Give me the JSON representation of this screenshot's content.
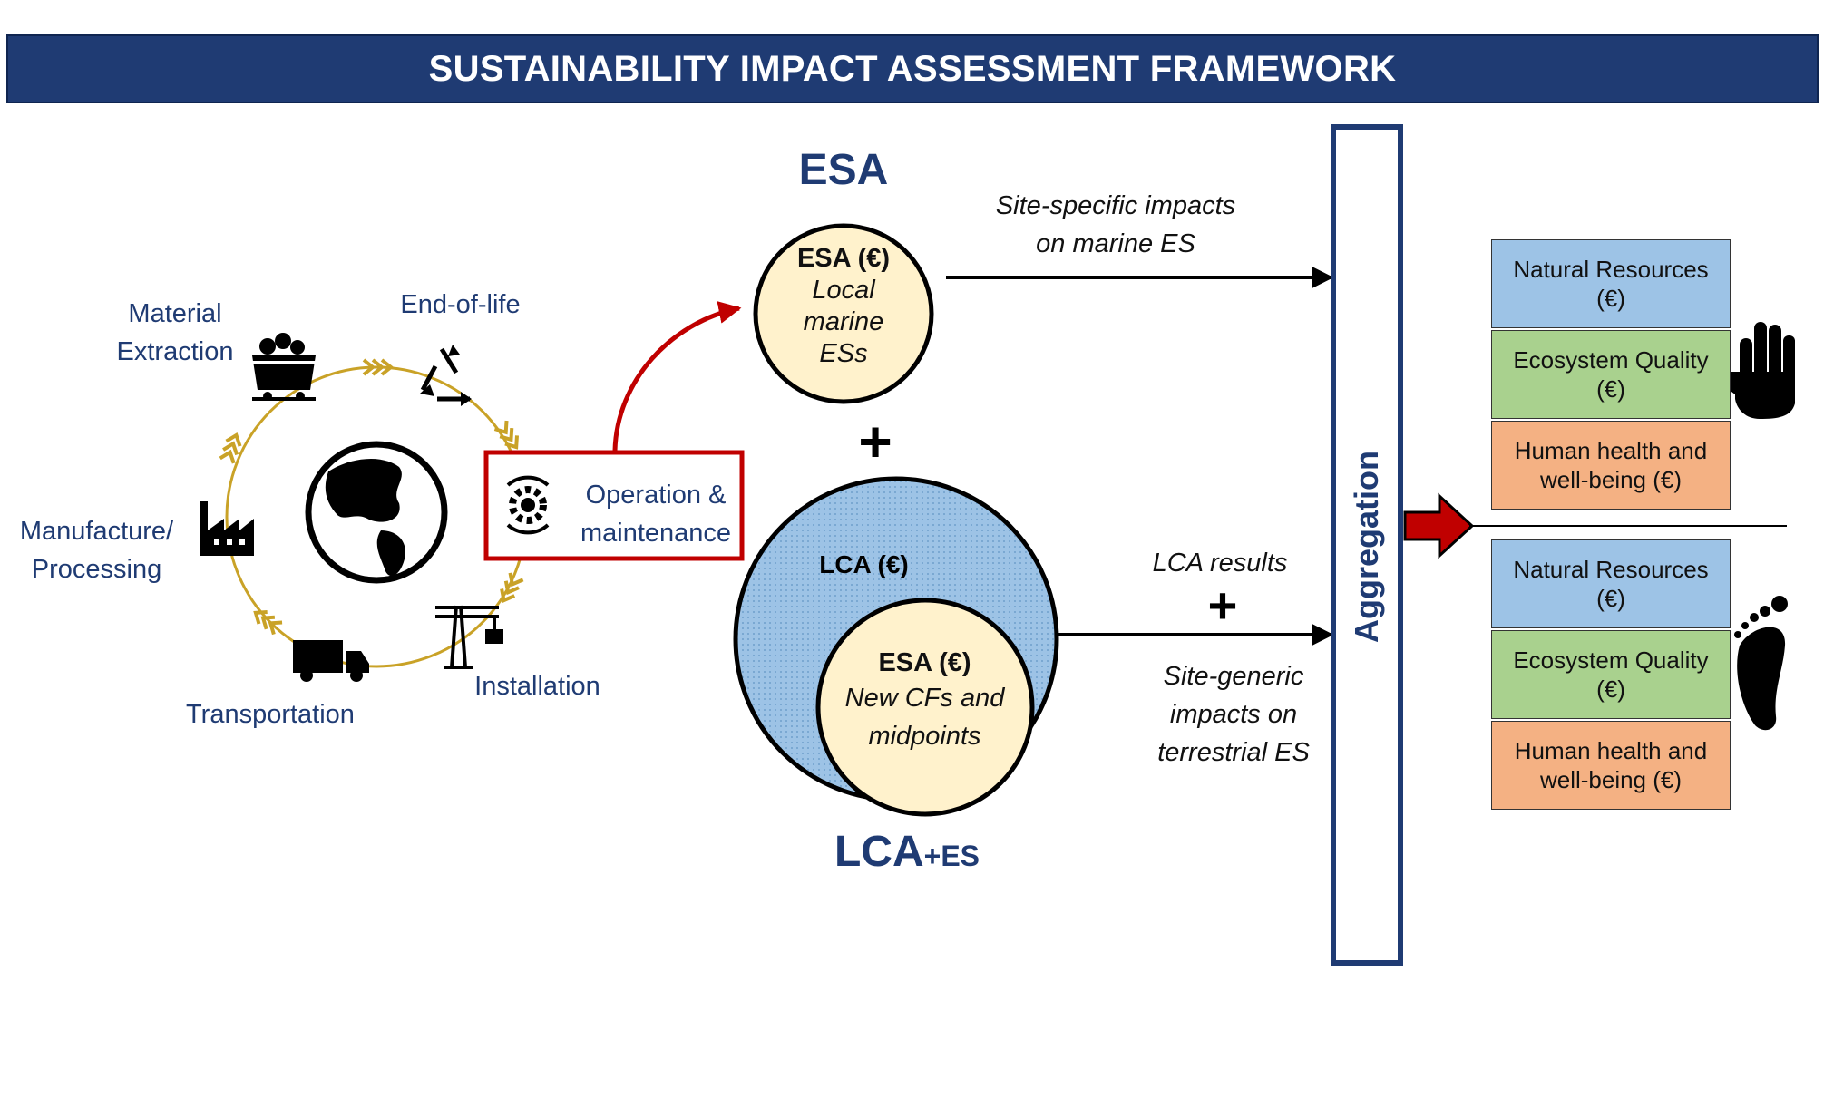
{
  "banner": {
    "title": "SUSTAINABILITY IMPACT ASSESSMENT FRAMEWORK"
  },
  "lifecycle": {
    "material_extraction": [
      "Material",
      "Extraction"
    ],
    "end_of_life": "End-of-life",
    "manufacture": [
      "Manufacture/",
      "Processing"
    ],
    "operation": [
      "Operation &",
      "maintenance"
    ],
    "transportation": "Transportation",
    "installation": "Installation"
  },
  "esa": {
    "heading": "ESA",
    "circle_title": "ESA (€)",
    "circle_body": [
      "Local",
      "marine",
      "ESs"
    ],
    "arrow_label": [
      "Site-specific impacts",
      "on marine ES"
    ]
  },
  "plus": "+",
  "lca": {
    "heading_main": "LCA",
    "heading_sub": "+ES",
    "outer_title": "LCA (€)",
    "inner_title": "ESA (€)",
    "inner_body": [
      "New CFs and",
      "midpoints"
    ],
    "label_top": "LCA results",
    "label_bottom": [
      "Site-generic",
      "impacts on",
      "terrestrial ES"
    ]
  },
  "aggregation": {
    "label": "Aggregation"
  },
  "handprint": [
    {
      "label": [
        "Natural Resources",
        "(€)"
      ],
      "color": "#9dc3e6"
    },
    {
      "label": [
        "Ecosystem Quality",
        "(€)"
      ],
      "color": "#a9d18e"
    },
    {
      "label": [
        "Human health and",
        "well-being (€)"
      ],
      "color": "#f4b183"
    }
  ],
  "footprint": [
    {
      "label": [
        "Natural Resources",
        "(€)"
      ],
      "color": "#9dc3e6"
    },
    {
      "label": [
        "Ecosystem Quality",
        "(€)"
      ],
      "color": "#a9d18e"
    },
    {
      "label": [
        "Human health and",
        "well-being (€)"
      ],
      "color": "#f4b183"
    }
  ],
  "icons": [
    "globe-icon",
    "mine-cart-icon",
    "recycle-icon",
    "factory-icon",
    "truck-icon",
    "crane-icon",
    "gear-cycle-icon",
    "hand-icon",
    "footprint-icon"
  ],
  "colors": {
    "navy": "#1f3b73",
    "red": "#c00000",
    "gold": "#c9a227",
    "circle_fill": "#fff2cc",
    "lca_fill": "#9dc3e6"
  }
}
